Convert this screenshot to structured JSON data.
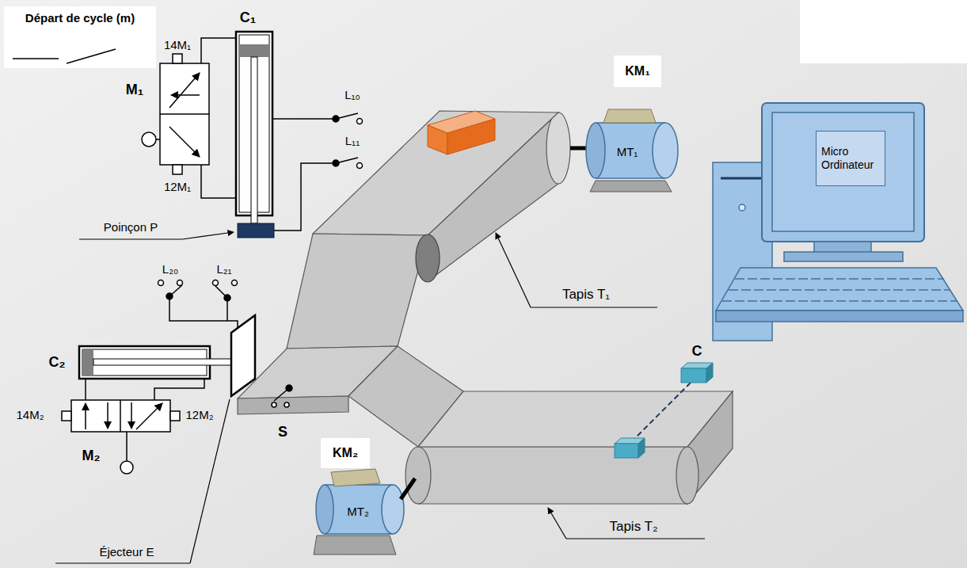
{
  "diagram": {
    "nodes": [
      {
        "text": [
          "Départ de cycle (m)"
        ]
      },
      {
        "text": [
          "KM₁"
        ]
      },
      {
        "text": [
          "Micro Ordinateur"
        ]
      },
      {
        "text": [
          "KM₂"
        ]
      }
    ],
    "labels": [
      "C₁",
      "14M₁",
      "M₁",
      "12M₁",
      "L₁₀",
      "L₁₁",
      "Poinçon P",
      "MT₁",
      "Tapis T₁",
      "L₂₀",
      "L₂₁",
      "C₂",
      "14M₂",
      "12M₂",
      "M₂",
      "Éjecteur E",
      "S",
      "C",
      "MT₂",
      "Tapis T₂"
    ]
  }
}
